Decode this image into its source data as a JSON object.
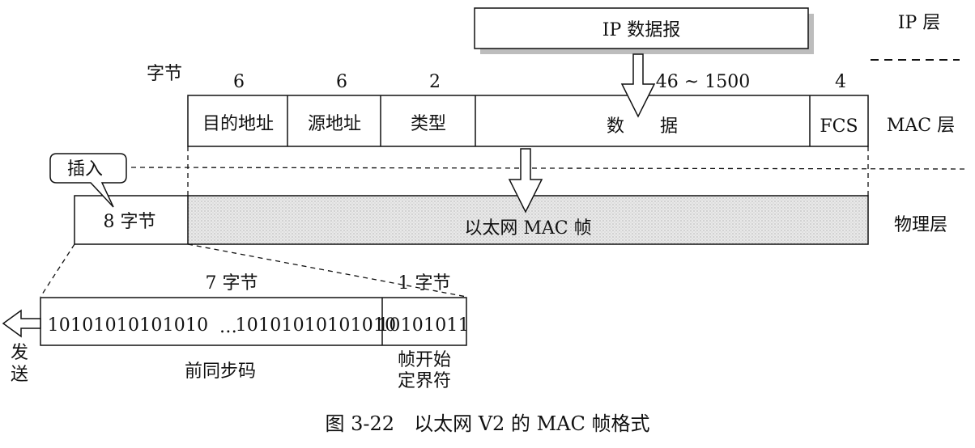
{
  "layers": {
    "ip": "IP 层",
    "mac": "MAC 层",
    "phy": "物理层"
  },
  "ip_datagram": "IP 数据报",
  "byte_unit_label": "字节",
  "mac_fields": [
    {
      "name": "目的地址",
      "bytes": "6"
    },
    {
      "name": "源地址",
      "bytes": "6"
    },
    {
      "name": "类型",
      "bytes": "2"
    },
    {
      "name": "数　　据",
      "bytes": "46 ~ 1500"
    },
    {
      "name": "FCS",
      "bytes": "4"
    }
  ],
  "insert_callout": "插入",
  "preamble_total": "8 字节",
  "ethernet_frame": "以太网 MAC 帧",
  "preamble_detail": {
    "preamble_bytes": "7 字节",
    "sfd_bytes": "1 字节",
    "preamble_bits_left": "10101010101010",
    "ellipsis": "…",
    "preamble_bits_right": "10101010101010",
    "sfd_bits": "10101011",
    "preamble_name": "前同步码",
    "sfd_name_line1": "帧开始",
    "sfd_name_line2": "定界符",
    "send_line1": "发",
    "send_line2": "送"
  },
  "caption": "图 3-22　以太网 V2 的 MAC 帧格式"
}
